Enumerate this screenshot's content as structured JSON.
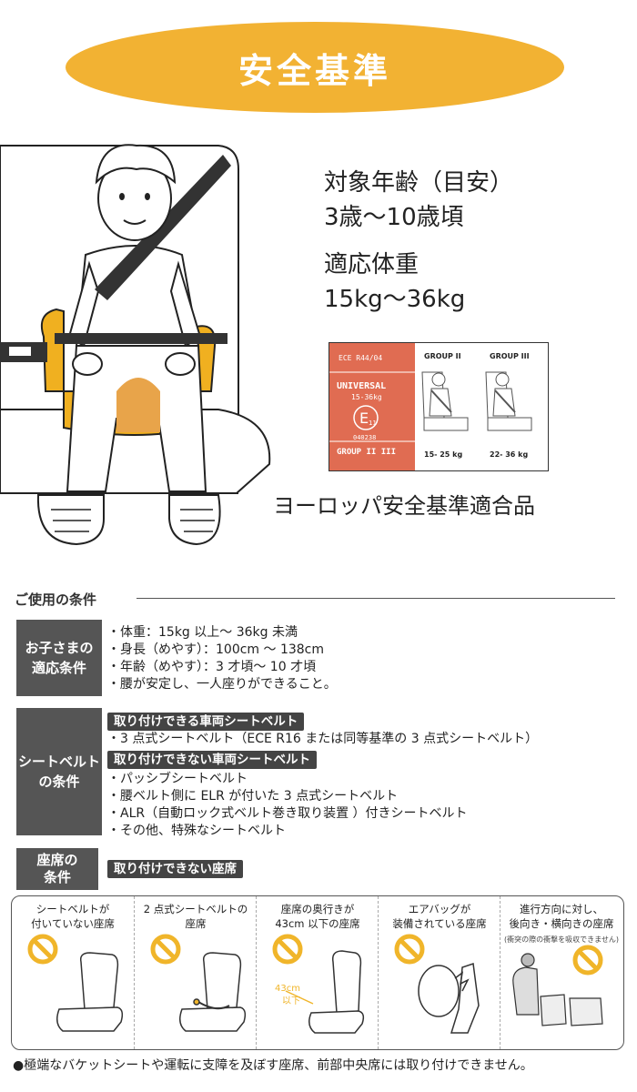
{
  "banner": {
    "title": "安全基準"
  },
  "target": {
    "age_label": "対象年齢（目安）",
    "age_value": "3歳〜10歳頃",
    "weight_label": "適応体重",
    "weight_value": "15kg〜36kg"
  },
  "label_card": {
    "ece": "ECE R44/04",
    "universal": "UNIVERSAL",
    "weight": "15-36kg",
    "mark": "E",
    "mark_sub": "11",
    "number": "040238",
    "group": "GROUP II III",
    "group2": "GROUP II",
    "group3": "GROUP III",
    "weight2": "15- 25 kg",
    "weight3": "22- 36 kg"
  },
  "eu_caption": "ヨーロッパ安全基準適合品",
  "conditions": {
    "heading": "ご使用の条件",
    "child": {
      "box_line1": "お子さまの",
      "box_line2": "適応条件",
      "items": [
        "・体重：15kg 以上〜 36kg 未満",
        "・身長（めやす）：100cm 〜 138cm",
        "・年齢（めやす）：3 才頃〜 10 才頃",
        "・腰が安定し、一人座りができること。"
      ]
    },
    "belt": {
      "box_line1": "シートベルト",
      "box_line2": "の条件",
      "ok_title": "取り付けできる車両シートベルト",
      "ok_items": [
        "・3 点式シートベルト（ECE R16 または同等基準の 3 点式シートベルト）"
      ],
      "ng_title": "取り付けできない車両シートベルト",
      "ng_items": [
        "・パッシブシートベルト",
        "・腰ベルト側に ELR が付いた 3 点式シートベルト",
        "・ALR（自動ロック式ベルト巻き取り装置 ）付きシートベルト",
        "・その他、特殊なシートベルト"
      ]
    },
    "seat": {
      "box_line1": "座席の",
      "box_line2": "条件",
      "ng_title": "取り付けできない座席"
    }
  },
  "seat_panels": [
    {
      "line1": "シートベルトが",
      "line2": "付いていない座席",
      "sub": ""
    },
    {
      "line1": "2 点式シートベルトの",
      "line2": "座席",
      "sub": ""
    },
    {
      "line1": "座席の奥行きが",
      "line2": "43cm 以下の座席",
      "sub": "",
      "dim1": "43cm",
      "dim2": "以下"
    },
    {
      "line1": "エアバッグが",
      "line2": "装備されている座席",
      "sub": ""
    },
    {
      "line1": "進行方向に対し、",
      "line2": "後向き・横向きの座席",
      "sub": "(衝突の際の衝撃を吸収できません)"
    }
  ],
  "footnote": "●極端なバケットシートや運転に支障を及ぼす座席、前部中央席には取り付けできません。",
  "colors": {
    "banner": "#f2b233",
    "label_red": "#e06c52",
    "box_gray": "#555555",
    "booster_yellow": "#f0b020",
    "prohibit_yellow": "#f0b52a"
  }
}
